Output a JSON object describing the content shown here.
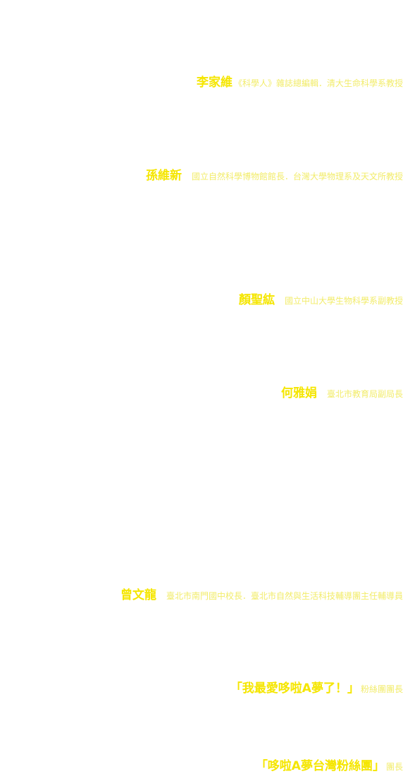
{
  "endorsers": [
    {
      "name": "李家維",
      "desc": "《科學人》雜誌總編輯．清大生命科學系教授"
    },
    {
      "name": "孫維新",
      "desc": "國立自然科學博物館館長．台灣大學物理系及天文所教授"
    },
    {
      "name": "顏聖紘",
      "desc": "國立中山大學生物科學系副教授"
    },
    {
      "name": "何雅娟",
      "desc": "臺北市教育局副局長"
    },
    {
      "name": "曾文龍",
      "desc": "臺北市南門國中校長．臺北市自然與生活科技輔導團主任輔導員"
    },
    {
      "name": "「我最愛哆啦A夢了！」",
      "desc": "粉絲團團長"
    },
    {
      "name": "「哆啦A夢台灣粉絲團」",
      "desc": "團長"
    }
  ],
  "colors": {
    "name": "#f5e600",
    "desc": "#f2ec6a",
    "background": "#ffffff"
  }
}
